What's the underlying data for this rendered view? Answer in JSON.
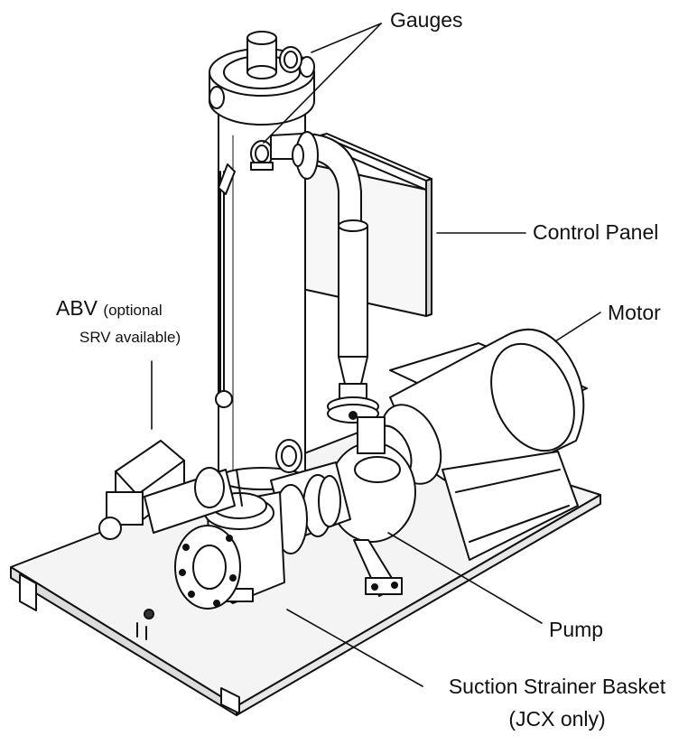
{
  "labels": {
    "gauges": "Gauges",
    "control_panel": "Control Panel",
    "motor": "Motor",
    "abv_main": "ABV",
    "abv_note_line1": "(optional",
    "abv_note_line2": "SRV available)",
    "pump": "Pump",
    "suction_strainer_line1": "Suction Strainer Basket",
    "suction_strainer_line2": "(JCX only)"
  },
  "colors": {
    "line": "#111111",
    "fill": "#ffffff",
    "shade": "#e6e6e6"
  }
}
